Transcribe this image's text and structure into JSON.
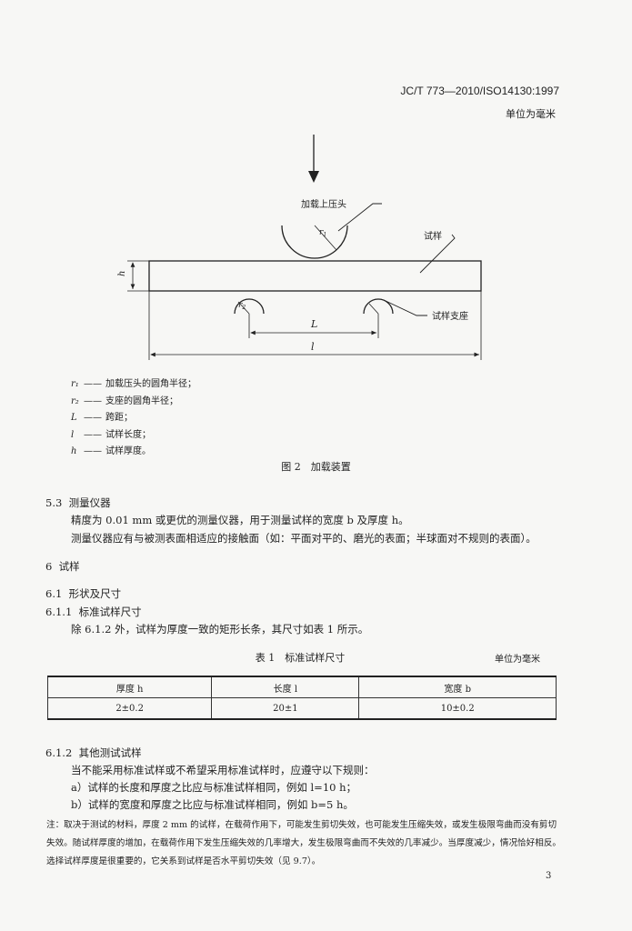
{
  "header": {
    "standard_code": "JC/T 773—2010/ISO14130:1997",
    "unit_note": "单位为毫米"
  },
  "figure": {
    "label_load_head": "加载上压头",
    "label_specimen": "试样",
    "label_support": "试样支座",
    "label_r1": "r",
    "label_r1_sub": "1",
    "label_r2": "r",
    "label_r2_sub": "2",
    "label_h": "h",
    "label_L": "L",
    "label_l": "l",
    "caption": "图 2　加载装置"
  },
  "legend": [
    {
      "symbol": "r₁",
      "text": "加载压头的圆角半径；"
    },
    {
      "symbol": "r₂",
      "text": "支座的圆角半径；"
    },
    {
      "symbol": "L",
      "text": "跨距；"
    },
    {
      "symbol": "l",
      "text": "试样长度；"
    },
    {
      "symbol": "h",
      "text": "试样厚度。"
    }
  ],
  "sections": {
    "s5_3_num": "5.3",
    "s5_3_title": "测量仪器",
    "s5_3_p1": "精度为 0.01 mm 或更优的测量仪器，用于测量试样的宽度 b 及厚度 h。",
    "s5_3_p2": "测量仪器应有与被测表面相适应的接触面（如：平面对平的、磨光的表面；半球面对不规则的表面）。",
    "s6_num": "6",
    "s6_title": "试样",
    "s6_1_num": "6.1",
    "s6_1_title": "形状及尺寸",
    "s6_1_1_num": "6.1.1",
    "s6_1_1_title": "标准试样尺寸",
    "s6_1_1_p1": "除 6.1.2 外，试样为厚度一致的矩形长条，其尺寸如表 1 所示。",
    "s6_1_2_num": "6.1.2",
    "s6_1_2_title": "其他测试试样",
    "s6_1_2_p1": "当不能采用标准试样或不希望采用标准试样时，应遵守以下规则：",
    "s6_1_2_a": "a）试样的长度和厚度之比应与标准试样相同，例如 l=10 h；",
    "s6_1_2_b": "b）试样的宽度和厚度之比应与标准试样相同，例如 b=5 h。"
  },
  "table1": {
    "caption": "表 1　标准试样尺寸",
    "unit": "单位为毫米",
    "headers": [
      "厚度 h",
      "长度 l",
      "宽度 b"
    ],
    "rows": [
      [
        "2±0.2",
        "20±1",
        "10±0.2"
      ]
    ]
  },
  "note": "注：取决于测试的材料，厚度 2 mm 的试样，在载荷作用下，可能发生剪切失效，也可能发生压缩失效，或发生极限弯曲而没有剪切失效。随试样厚度的增加，在载荷作用下发生压缩失效的几率增大，发生极限弯曲而不失效的几率减少。当厚度减少，情况恰好相反。选择试样厚度是很重要的，它关系到试样是否水平剪切失效（见 9.7）。",
  "page_number": "3"
}
